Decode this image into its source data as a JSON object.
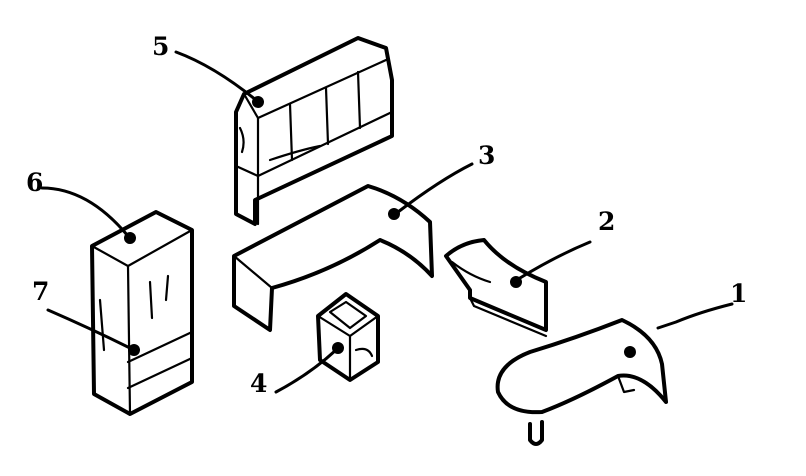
{
  "callouts": {
    "one": "1",
    "two": "2",
    "three": "3",
    "four": "4",
    "five": "5",
    "six": "6",
    "seven": "7"
  },
  "colors": {
    "ink": "#000000",
    "paper": "#ffffff"
  }
}
